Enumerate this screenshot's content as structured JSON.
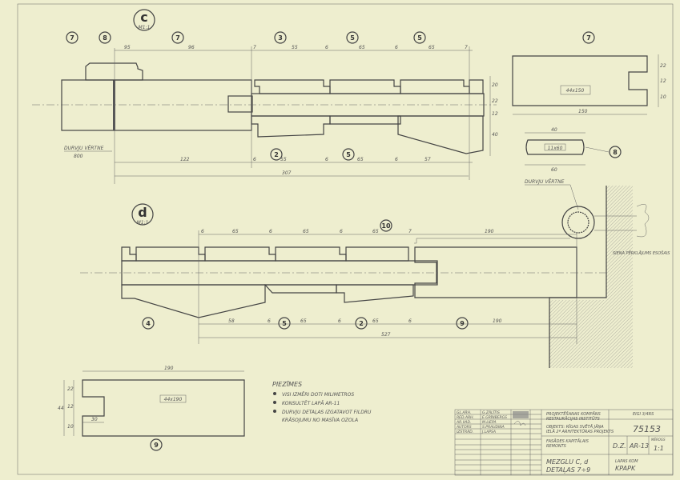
{
  "detail_c": {
    "label": "c",
    "scale": "M1:1",
    "balloons_top": [
      "7",
      "8",
      "7",
      "3",
      "5",
      "5"
    ],
    "balloons_bottom": [
      "2",
      "5"
    ],
    "dims_top": [
      "95",
      "96",
      "7",
      "55",
      "6",
      "65",
      "6",
      "65",
      "7"
    ],
    "dims_bottom": [
      "122",
      "6",
      "55",
      "6",
      "65",
      "6",
      "57"
    ],
    "dim_total": "307",
    "dims_right": [
      "20",
      "22",
      "12",
      "40"
    ],
    "door_leaf_label": "DURVJU VĒRTNE",
    "door_leaf_value": "800"
  },
  "section_7": {
    "balloon": "7",
    "size_label": "44x150",
    "dim_bottom": "150",
    "dims_right": [
      "22",
      "12",
      "10"
    ]
  },
  "section_8": {
    "balloon": "8",
    "size_label": "11x60",
    "dim_top": "40",
    "dim_bottom": "60",
    "door_leaf_label": "DURVJU VĒRTNE"
  },
  "detail_d": {
    "label": "d",
    "scale": "M1:1",
    "balloons": [
      "10",
      "4",
      "5",
      "2",
      "9"
    ],
    "dims_top": [
      "6",
      "65",
      "6",
      "65",
      "6",
      "65",
      "7",
      "190"
    ],
    "dims_bottom": [
      "58",
      "6",
      "65",
      "6",
      "65",
      "6",
      "190"
    ],
    "dim_total": "527",
    "wall_note": "SIENA PĒRKLĀJUMS ESOŠAIS"
  },
  "section_9": {
    "balloon": "9",
    "size_label": "44x190",
    "dim_top": "190",
    "dim_small": "30",
    "dims_left": [
      "44",
      "22",
      "12",
      "10"
    ]
  },
  "notes": {
    "title": "PIEZĪMES",
    "items": [
      "VISI IZMĒRI DOTI MILIMETROS",
      "KONSULTĒT LAPĀ AR-11",
      "DURVJU DETAĻAS IZGATAVOT FILDRU",
      "KRĀSOJUMU NO MASĪVA OZOLA"
    ]
  },
  "title_block": {
    "signatures": [
      "GL.ARH.",
      "RED.ARH.",
      "AR.VAD.",
      "AUTORS",
      "IZSTRĀD."
    ],
    "names": [
      "G.ZĀLĪTIS",
      "E.GRĪNBERGS",
      "M.LIEPA",
      "S.PRAUDINA",
      "J.LAPSA"
    ],
    "institute": [
      "PROJEKTĒŠANAS KOMPĀNS",
      "RESTAURĀCIJAS INSTITŪTS"
    ],
    "org": "EIGI 3/4RS",
    "object": [
      "OBJEKTS: RĪGAS SVĒTĀ JĀŅA",
      "IELĀ 2ª ARHITEKTŪRAS PROJEKTS"
    ],
    "number": "75153",
    "stage": [
      "FASĀDES KAPITĀLAIS",
      "REMONTS"
    ],
    "phase": "D.Z.",
    "sheet": "AR-13",
    "scale_label": "MĒROGS",
    "scale": "1:1",
    "drawing": [
      "MEZGLU C, d",
      "DETAĻAS 7÷9"
    ],
    "sheet_count": [
      "LAPAS KOM",
      "KPAPK"
    ]
  }
}
